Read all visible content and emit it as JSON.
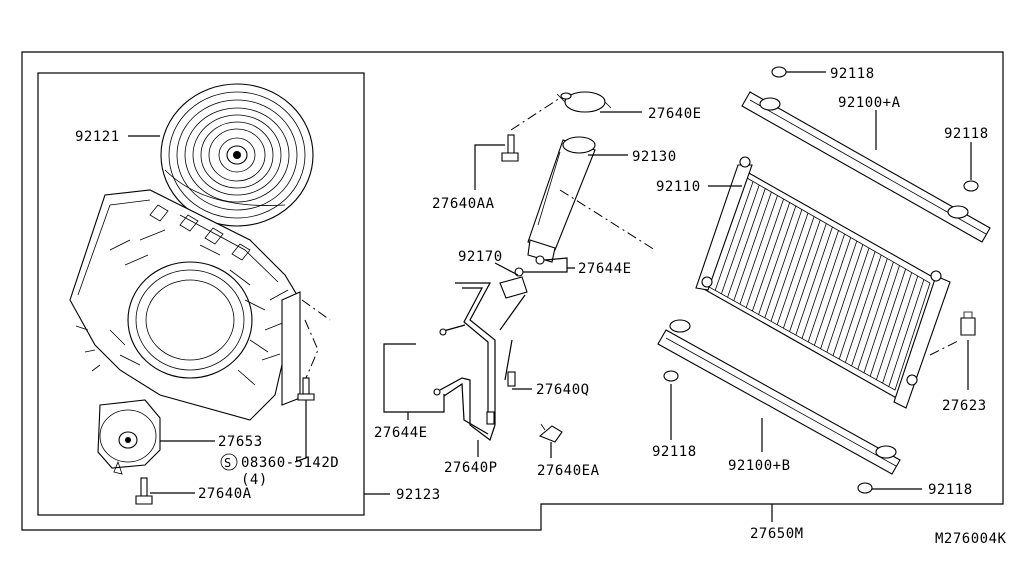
{
  "diagram_code": "M276004K",
  "groups": {
    "outer_assembly": "27650M",
    "fan_box": "92123"
  },
  "labels": {
    "fan_clutch": "92121",
    "fan_motor": "27653",
    "screw_code": "08360-5142D",
    "screw_qty": "(4)",
    "screw_marker": "S",
    "bolt_fan": "27640A",
    "clamp_top": "27640E",
    "bolt_aa": "27640AA",
    "receiver_tank": "92130",
    "condenser": "92110",
    "bracket_top": "92100+A",
    "grommet_top_left": "92118",
    "grommet_top_right": "92118",
    "grommet_bottom_left": "92118",
    "grommet_bottom_right": "92118",
    "bracket_bottom": "92100+B",
    "bracket_small": "92170",
    "oring_right": "27644E",
    "oring_left": "27644E",
    "hose_q": "27640Q",
    "hose_p": "27640P",
    "clip_ea": "27640EA",
    "sensor": "27623"
  }
}
